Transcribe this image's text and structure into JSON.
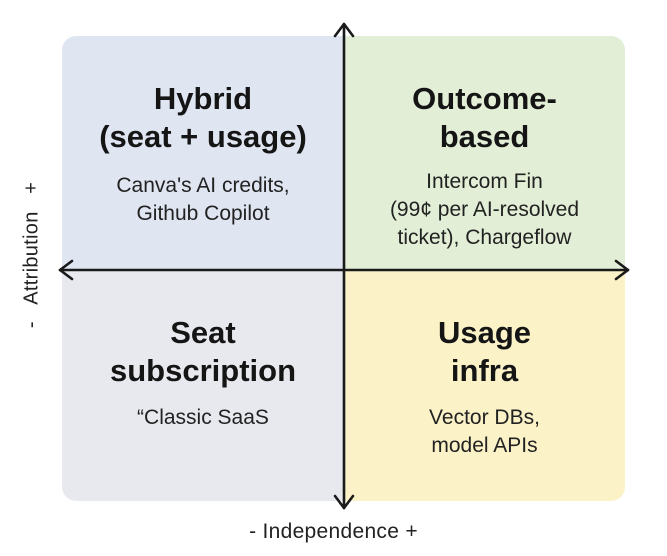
{
  "quadrants": {
    "top_left": {
      "title": "Hybrid\n(seat + usage)",
      "description": "Canva's AI credits,\nGithub Copilot"
    },
    "top_right": {
      "title": "Outcome-\nbased",
      "description": "Intercom Fin\n(99¢ per AI-resolved\nticket), Chargeflow"
    },
    "bottom_left": {
      "title": "Seat\nsubscription",
      "description": "“Classic SaaS"
    },
    "bottom_right": {
      "title": "Usage\ninfra",
      "description": "Vector DBs,\nmodel APIs"
    }
  },
  "axes": {
    "x_label": "- Independence +",
    "y_label": "-   Attribution   +"
  },
  "colors": {
    "top_left": "#dfe5f1",
    "top_right": "#e2eed6",
    "bottom_left": "#e8e9ee",
    "bottom_right": "#fbf2c8",
    "axis": "#1a1a1a"
  }
}
